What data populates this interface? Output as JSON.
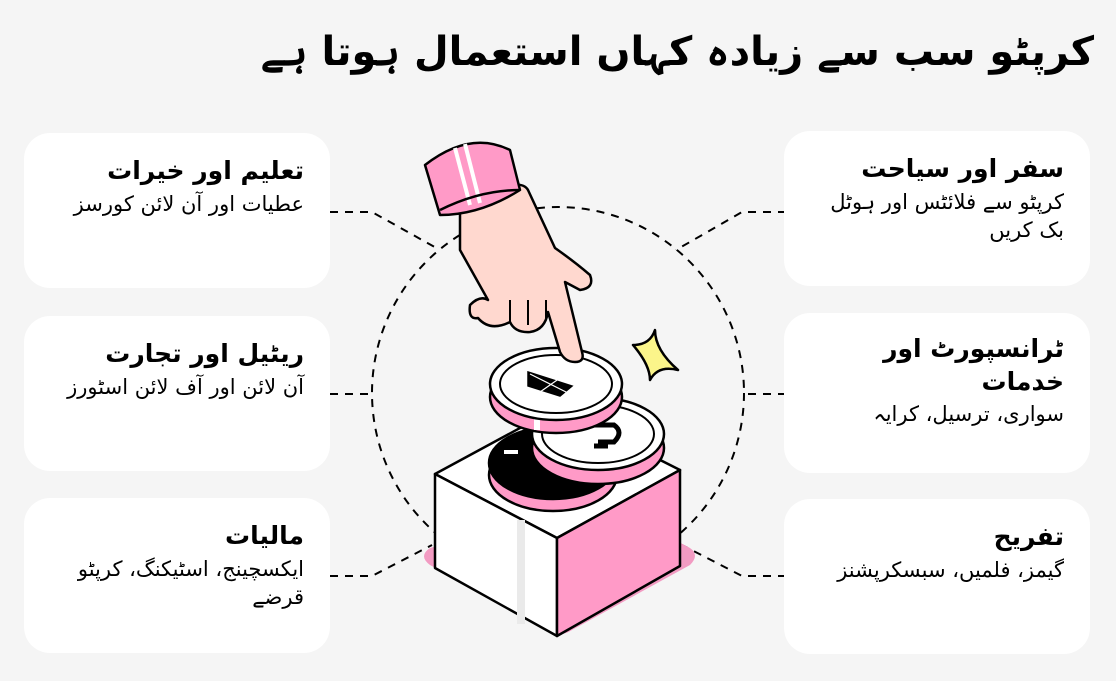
{
  "title": "کرپٹو سب سے زیادہ کہاں استعمال ہوتا ہے",
  "cards": {
    "education": {
      "title": "تعلیم اور خیرات",
      "description": "عطیات اور آن لائن کورسز"
    },
    "retail": {
      "title": "ریٹیل اور تجارت",
      "description": "آن لائن اور آف لائن اسٹورز"
    },
    "finance": {
      "title": "مالیات",
      "description": "ایکسچینج، اسٹیکنگ، کرپٹو قرضے"
    },
    "travel": {
      "title": "سفر اور سیاحت",
      "description": "کرپٹو سے فلائٹس اور ہوٹل بک کریں"
    },
    "transport": {
      "title": "ٹرانسپورٹ اور خدمات",
      "description": "سواری، ترسیل، کرایہ"
    },
    "entertainment": {
      "title": "تفریح",
      "description": "گیمز، فلمیں، سبسکرپشنز"
    }
  },
  "illustration": {
    "icons": [
      "hand-pointing-icon",
      "ethereum-coin-icon",
      "dash-coin-icon",
      "black-coin-icon",
      "sparkle-icon",
      "box-icon"
    ],
    "colors": {
      "background": "#f5f5f5",
      "card": "#ffffff",
      "pink": "#ff9ac7",
      "pink_shadow": "#f29bc2",
      "skin": "#ffd8cf",
      "sparkle": "#fbf58a",
      "outline": "#000000"
    }
  }
}
